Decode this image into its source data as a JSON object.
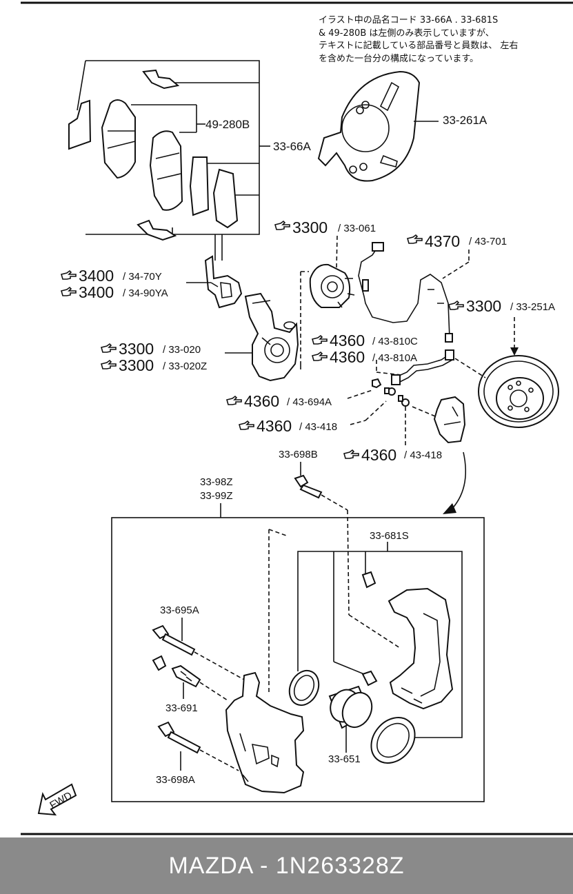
{
  "note": {
    "line1": "イラスト中の品名コード  33-66A . 33-681S",
    "line2": "& 49-280B は左側のみ表示していますが、",
    "line3": "テキストに記載している部品番号と員数は、 左右",
    "line4": "を含めた一台分の構成になっています。"
  },
  "labels": {
    "l_49280b": "49-280B",
    "l_3366a": "33-66A",
    "l_33261a": "33-261A",
    "ref_3300_a": "3300",
    "l_33061": "/ 33-061",
    "ref_4370": "4370",
    "l_43701": "/ 43-701",
    "ref_3400_a": "3400",
    "l_3470y": "/ 34-70Y",
    "ref_3400_b": "3400",
    "l_3490ya": "/ 34-90YA",
    "ref_3300_b": "3300",
    "l_33251a": "/ 33-251A",
    "ref_4360_a": "4360",
    "l_43810c": "/ 43-810C",
    "ref_4360_b": "4360",
    "l_43810a": "/ 43-810A",
    "ref_3300_c": "3300",
    "l_33020": "/ 33-020",
    "ref_3300_d": "3300",
    "l_33020z": "/ 33-020Z",
    "ref_4360_c": "4360",
    "l_43694a": "/ 43-694A",
    "ref_4360_d": "4360",
    "l_43418_a": "/ 43-418",
    "ref_4360_e": "4360",
    "l_43418_b": "/ 43-418",
    "l_33698b": "33-698B",
    "l_3398z": "33-98Z",
    "l_3399z": "33-99Z",
    "l_33681s": "33-681S",
    "l_33695a": "33-695A",
    "l_33691": "33-691",
    "l_33698a": "33-698A",
    "l_33651": "33-651",
    "fwd": "FWD"
  },
  "footer": {
    "title": "MAZDA - 1N263328Z"
  },
  "colors": {
    "footer_bg": "#8a8a8a",
    "footer_text": "#ffffff",
    "line": "#111111"
  },
  "icons": {
    "ref": "pointing-hand-icon"
  }
}
